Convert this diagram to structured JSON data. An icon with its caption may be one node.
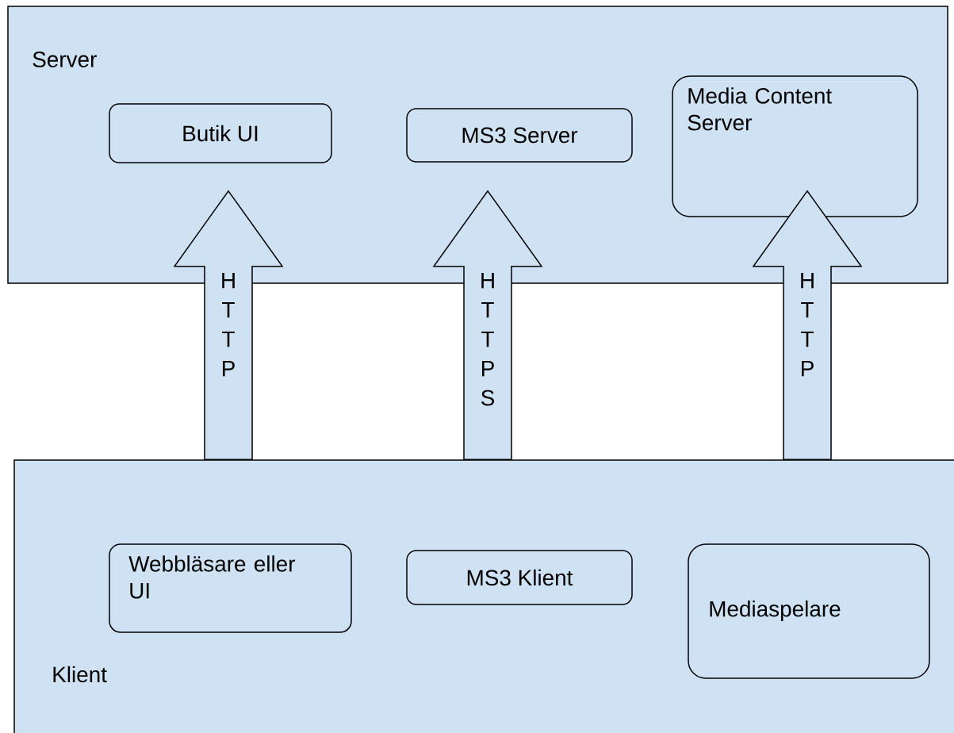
{
  "diagram": {
    "nodes": [
      {
        "text": [
          "Server"
        ]
      },
      {
        "text": [
          "Butik UI"
        ],
        "in": 0
      },
      {
        "text": [
          "MS3 Server"
        ],
        "in": 0
      },
      {
        "text": [
          "Media Content Server"
        ],
        "in": 0
      },
      {
        "text": [
          "Klient"
        ]
      },
      {
        "text": [
          "Webbläsare eller UI"
        ],
        "in": 4
      },
      {
        "text": [
          "MS3 Klient"
        ],
        "in": 4
      },
      {
        "text": [
          "Mediaspelare"
        ],
        "in": 4
      }
    ],
    "edges": [
      {
        "from": 4,
        "to": 0,
        "arrow": "to",
        "label": "HTTP"
      },
      {
        "from": 4,
        "to": 0,
        "arrow": "to",
        "label": "HTTPS"
      },
      {
        "from": 4,
        "to": 0,
        "arrow": "to",
        "label": "HTTP"
      }
    ]
  }
}
